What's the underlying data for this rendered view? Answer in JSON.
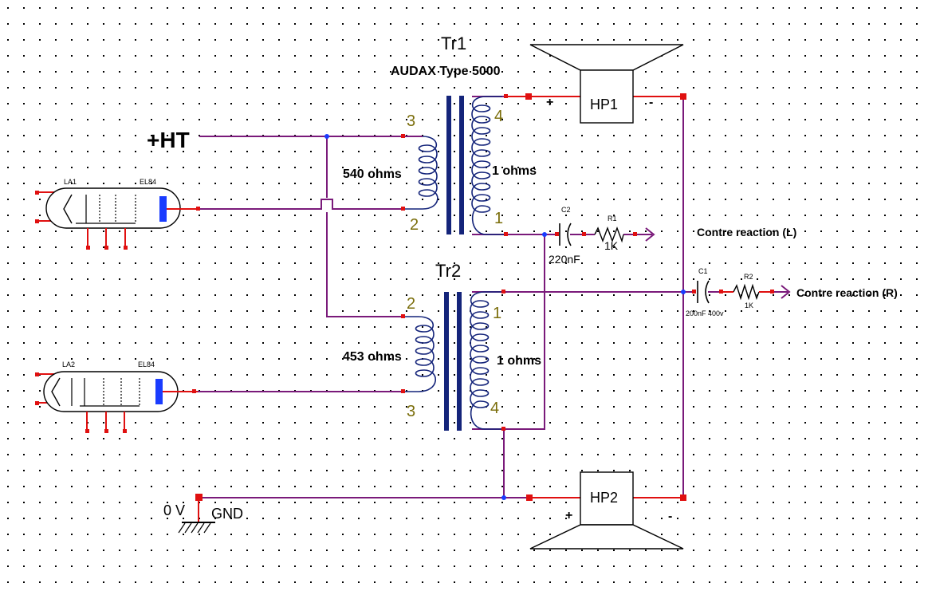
{
  "transformers": {
    "tr1": {
      "name": "Tr1",
      "subtitle": "AUDAX Type 5000",
      "primary_impedance": "540 ohms",
      "secondary_impedance": "1 ohms",
      "pins": {
        "p_top": "3",
        "p_bot": "2",
        "s_top": "4",
        "s_bot": "1"
      }
    },
    "tr2": {
      "name": "Tr2",
      "primary_impedance": "453 ohms",
      "secondary_impedance": "1 ohms",
      "pins": {
        "p_top": "2",
        "p_bot": "3",
        "s_top": "1",
        "s_bot": "4"
      }
    }
  },
  "tubes": {
    "la1": {
      "ref": "LA1",
      "type": "EL84"
    },
    "la2": {
      "ref": "LA2",
      "type": "EL84"
    }
  },
  "speakers": {
    "hp1": {
      "ref": "HP1",
      "plus": "+",
      "minus": "-"
    },
    "hp2": {
      "ref": "HP2",
      "plus": "+",
      "minus": "-"
    }
  },
  "capacitors": {
    "c1": {
      "ref": "C1",
      "value": "200nF 400v"
    },
    "c2": {
      "ref": "C2",
      "value": "220nF"
    }
  },
  "resistors": {
    "r1": {
      "ref": "R1",
      "value": "1K"
    },
    "r2": {
      "ref": "R2",
      "value": "1K"
    }
  },
  "rails": {
    "ht": "+HT",
    "zero_v": "0 V",
    "gnd": "GND"
  },
  "outputs": {
    "left": "Contre reaction (L)",
    "right": "Contre reaction (R)"
  },
  "colors": {
    "wire": "#7a1a7a",
    "pad": "#e01010",
    "node": "#1a3cff",
    "core": "#14247a",
    "pin_label": "#7a6d0a",
    "anode": "#1a3cff"
  }
}
